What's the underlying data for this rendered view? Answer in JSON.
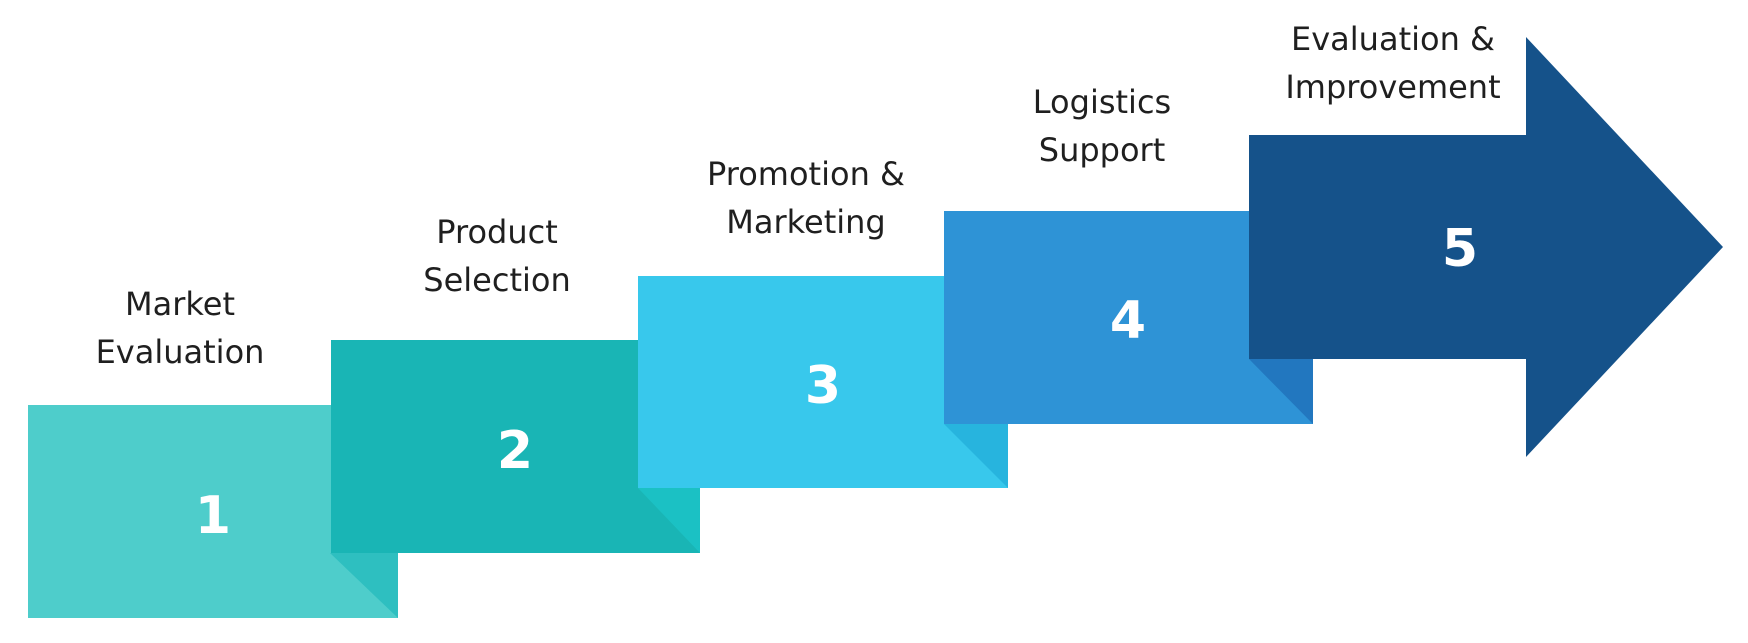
{
  "steps": [
    {
      "number": "1",
      "label_line1": "Market",
      "label_line2": "Evaluation",
      "color": "#4ECDCB",
      "fold_color": "#2EBFC0"
    },
    {
      "number": "2",
      "label_line1": "Product",
      "label_line2": "Selection",
      "color": "#19B5B5",
      "fold_color": "#1BC1C4"
    },
    {
      "number": "3",
      "label_line1": "Promotion &",
      "label_line2": "Marketing",
      "color": "#38C8EC",
      "fold_color": "#27B4DE"
    },
    {
      "number": "4",
      "label_line1": "Logistics",
      "label_line2": "Support",
      "color": "#2E93D6",
      "fold_color": "#2277BF"
    },
    {
      "number": "5",
      "label_line1": "Evaluation &",
      "label_line2": "Improvement",
      "color": "#15528A",
      "fold_color": "#15528A"
    }
  ]
}
